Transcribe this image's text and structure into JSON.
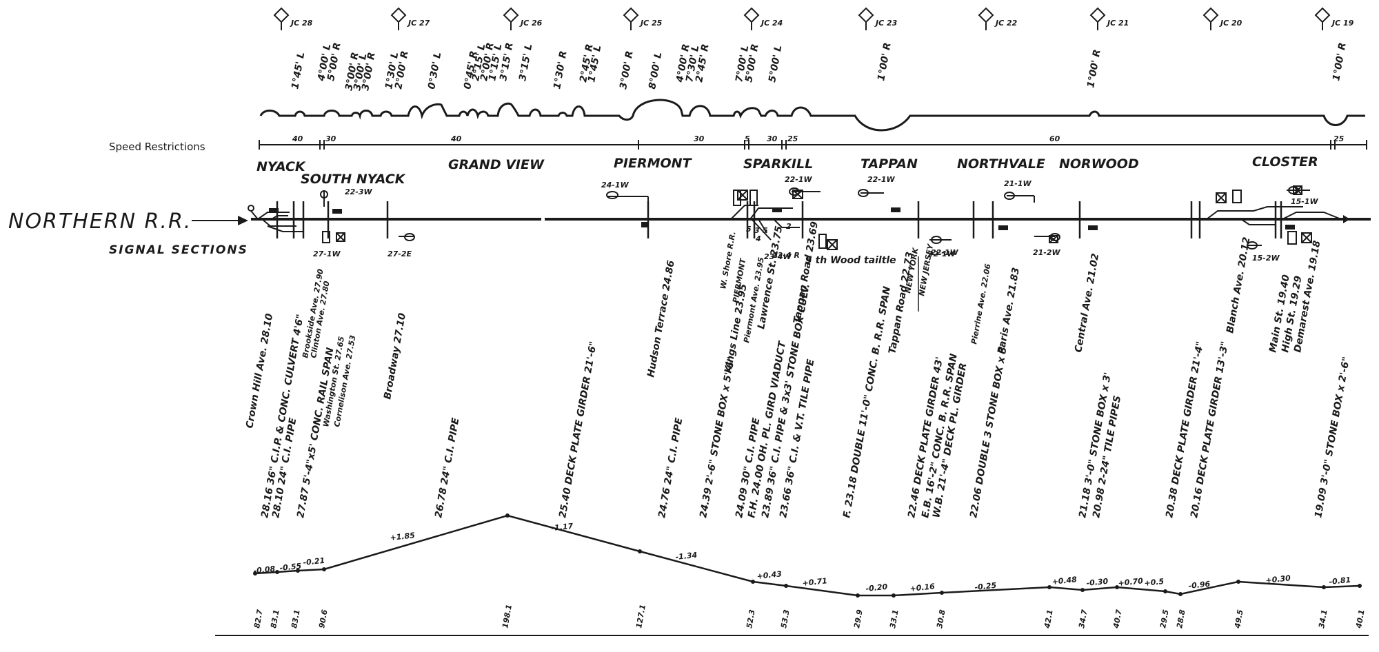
{
  "title_line1": "NORTHERN R.R.",
  "title_line2": "SIGNAL SECTIONS",
  "speed_label": "Speed Restrictions",
  "markers": [
    {
      "label": "JC 28"
    },
    {
      "label": "JC 27"
    },
    {
      "label": "JC 26"
    },
    {
      "label": "JC 25"
    },
    {
      "label": "JC 24"
    },
    {
      "label": "JC 23"
    },
    {
      "label": "JC 22"
    },
    {
      "label": "JC 21"
    },
    {
      "label": "JC 20"
    },
    {
      "label": "JC 19"
    }
  ],
  "curves": [
    "1°45' L",
    "4°00' L",
    "5°00' R",
    "3°00' R",
    "3°00' L",
    "3°00' R",
    "1°30' L",
    "2°00' R",
    "0°30' L",
    "0°45' R",
    "2°15' L",
    "2°00' R",
    "1°15' L",
    "3°15' R",
    "3°15' L",
    "1°30' R",
    "2°45' R",
    "1°45' L",
    "3°00' R",
    "8°00' L",
    "4°00' R",
    "7°30' L",
    "2°45' R",
    "7°00' L",
    "5°00' R",
    "5°00' L",
    "1°00' R",
    "1°00' R",
    "1°00' R"
  ],
  "speeds": [
    "40",
    "30",
    "40",
    "30",
    "5",
    "30",
    "25",
    "60",
    "25"
  ],
  "stations": [
    {
      "name": "NYACK"
    },
    {
      "name": "SOUTH NYACK"
    },
    {
      "name": "GRAND VIEW"
    },
    {
      "name": "PIERMONT"
    },
    {
      "name": "SPARKILL"
    },
    {
      "name": "TAPPAN"
    },
    {
      "name": "NORTHVALE"
    },
    {
      "name": "NORWOOD"
    },
    {
      "name": "CLOSTER"
    }
  ],
  "signals": [
    "22-3W",
    "27-1W",
    "27-2E",
    "24-1W",
    "22-1W",
    "22-1W",
    "22-1W",
    "21-1W",
    "21-2W",
    "15-1W",
    "15-2W"
  ],
  "switch_notes": [
    "W. Shore R.R.",
    "PIERMONT",
    "23-4W",
    "5",
    "3",
    "5",
    "4",
    "23-4 R",
    "2",
    "22-1W",
    "NEW YORK",
    "NEW JERSEY",
    "5 th Wood tailtle"
  ],
  "mileposts": [
    "Crown Hill Ave. 28.10",
    "Broadway 27.10",
    "Hudson Terrace 24.86",
    "Kings Line 23.95",
    "Lawrence St. 23.75",
    "Tappan Road 23.69",
    "Tappan Road 22.73",
    "Paris Ave. 21.83",
    "Central Ave. 21.02",
    "Blanch Ave. 20.12",
    "Main St. 19.40",
    "High St. 19.29",
    "Demarest Ave. 19.18"
  ],
  "crossings": [
    "Brookside Ave. 27.90",
    "Clinton Ave. 27.80",
    "Washington St. 27.65",
    "Cornelison Ave. 27.53",
    "Pierrine Ave. 22.06",
    "Piermont Ave. 23.95"
  ],
  "structures": [
    "28.16 36\" C.I.P. & CONC. CULVERT 4'6\"",
    "28.10 24\" C.I. PIPE",
    "27.87 5'-4\"x5' CONC. RAIL SPAN",
    "26.78 24\" C.I. PIPE",
    "25.40 DECK PLATE GIRDER 21'-6\"",
    "24.76 24\" C.I. PIPE",
    "24.39 2'-6\" STONE BOX x 5'-6\"",
    "24.09 30\" C.I. PIPE",
    "F.H. 24.00 OH. PL. GIRD VIADUCT",
    "23.89 36\" C.I. PIPE & 3x3' STONE BOX CULV.",
    "23.66 36\" C.I. & V.T. TILE PIPE",
    "F. 23.18 DOUBLE 11'-0\" CONC. B. R.R. SPAN",
    "22.46 DECK PLATE GIRDER 43'",
    "E.B. 16'-2\" CONC. B. R.R. SPAN",
    "W.B. 21'-4\" DECK PL. GIRDER",
    "22.06 DOUBLE 3 STONE BOX x 3'",
    "21.18 3'-0\" STONE BOX x 3'",
    "20.98 2-24\" TILE PIPES",
    "20.38 DECK PLATE GIRDER 21'-4\"",
    "20.16 DECK PLATE GIRDER 13'-3\"",
    "19.09 3'-0\" STONE BOX x 2'-6\""
  ],
  "grades": [
    "-0.08",
    "-0.55",
    "-0.21",
    "+1.85",
    "-1.17",
    "-1.34",
    "+0.43",
    "+0.71",
    "-0.20",
    "+0.16",
    "-0.25",
    "+0.48",
    "-0.30",
    "+0.70",
    "+0.5",
    "-0.96",
    "+0.30",
    "-0.81"
  ],
  "elevations": [
    "82.7",
    "83.1",
    "83.1",
    "90.6",
    "198.1",
    "127.1",
    "52.3",
    "53.3",
    "29.9",
    "33.1",
    "30.8",
    "42.1",
    "34.7",
    "40.7",
    "29.5",
    "28.8",
    "49.5",
    "34.1",
    "40.1"
  ]
}
